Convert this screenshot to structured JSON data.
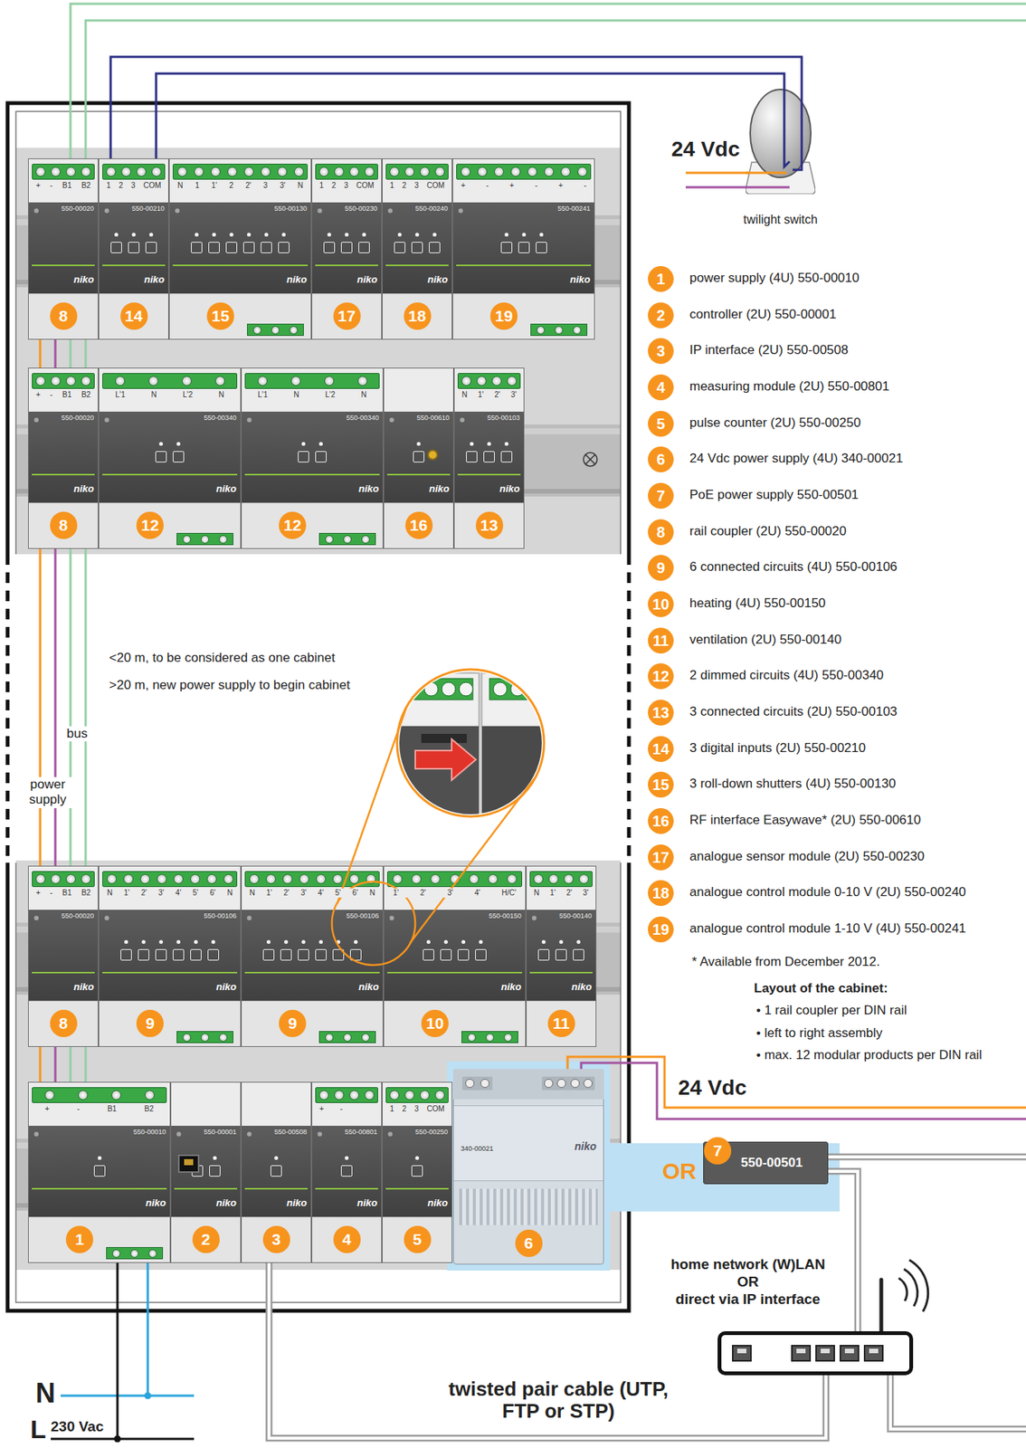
{
  "diagram": {
    "nodes": [
      {
        "text": [
          "twilight switch"
        ]
      },
      {
        "text": [
          "+ - B1 B2",
          "550-00020",
          "niko"
        ]
      },
      {
        "text": [
          "8"
        ],
        "in": 1
      },
      {
        "text": [
          "1 2 3 COM",
          "550-00210",
          "niko"
        ]
      },
      {
        "text": [
          "14"
        ],
        "in": 3
      },
      {
        "text": [
          "N 1 1' 2 2' 3 3' N",
          "550-00130",
          "niko"
        ]
      },
      {
        "text": [
          "15"
        ],
        "in": 5
      },
      {
        "text": [
          "1 2 3 COM",
          "550-00230",
          "niko"
        ]
      },
      {
        "text": [
          "17"
        ],
        "in": 7
      },
      {
        "text": [
          "1 2 3 COM",
          "550-00240",
          "niko"
        ]
      },
      {
        "text": [
          "18"
        ],
        "in": 9
      },
      {
        "text": [
          "+ - + - + -",
          "550-00241",
          "niko"
        ]
      },
      {
        "text": [
          "19"
        ],
        "in": 11
      },
      {
        "text": [
          "+ - B1 B2",
          "550-00020",
          "niko"
        ]
      },
      {
        "text": [
          "8"
        ],
        "in": 13
      },
      {
        "text": [
          "L'1 N L'2 N",
          "550-00340",
          "niko"
        ]
      },
      {
        "text": [
          "12"
        ],
        "in": 15
      },
      {
        "text": [
          "L'1 N L'2 N",
          "550-00340",
          "niko"
        ]
      },
      {
        "text": [
          "12"
        ],
        "in": 17
      },
      {
        "text": [
          "550-00610",
          "niko"
        ]
      },
      {
        "text": [
          "16"
        ],
        "in": 19
      },
      {
        "text": [
          "N 1' 2' 3'",
          "550-00103",
          "niko"
        ]
      },
      {
        "text": [
          "13"
        ],
        "in": 21
      },
      {
        "text": [
          "+ - B1 B2",
          "550-00020",
          "niko"
        ]
      },
      {
        "text": [
          "8"
        ],
        "in": 23
      },
      {
        "text": [
          "N 1' 2' 3' 4' 5' 6' N",
          "550-00106",
          "niko"
        ]
      },
      {
        "text": [
          "9"
        ],
        "in": 25
      },
      {
        "text": [
          "N 1' 2' 3' 4' 5' 6' N",
          "550-00106",
          "niko"
        ]
      },
      {
        "text": [
          "9"
        ],
        "in": 27
      },
      {
        "text": [
          "1' 2' 3' 4' H/C'",
          "550-00150",
          "niko"
        ]
      },
      {
        "text": [
          "10"
        ],
        "in": 29
      },
      {
        "text": [
          "N 1' 2' 3'",
          "550-00140",
          "niko"
        ]
      },
      {
        "text": [
          "11"
        ],
        "in": 31
      },
      {
        "text": [
          "+ - B1 B2",
          "550-00010",
          "niko"
        ]
      },
      {
        "text": [
          "1"
        ],
        "in": 33
      },
      {
        "text": [
          "550-00001",
          "niko"
        ]
      },
      {
        "text": [
          "2"
        ],
        "in": 35
      },
      {
        "text": [
          "550-00508",
          "niko"
        ]
      },
      {
        "text": [
          "3"
        ],
        "in": 37
      },
      {
        "text": [
          "+ -",
          "550-00801",
          "niko"
        ]
      },
      {
        "text": [
          "4"
        ],
        "in": 39
      },
      {
        "text": [
          "1 2 3 COM",
          "550-00250",
          "niko"
        ]
      },
      {
        "text": [
          "5"
        ],
        "in": 41
      },
      {
        "text": [
          "340-00021",
          "niko"
        ]
      },
      {
        "text": [
          "6"
        ],
        "in": 43
      },
      {
        "text": [
          "7"
        ]
      },
      {
        "text": [
          "550-00501"
        ]
      },
      {
        "text": [
          "home network (W)LAN",
          "OR",
          "direct via IP interface"
        ]
      },
      {
        "text": [
          "1"
        ]
      },
      {
        "text": [
          "2"
        ]
      },
      {
        "text": [
          "3"
        ]
      },
      {
        "text": [
          "4"
        ]
      },
      {
        "text": [
          "5"
        ]
      },
      {
        "text": [
          "6"
        ]
      },
      {
        "text": [
          "7"
        ]
      },
      {
        "text": [
          "8"
        ]
      },
      {
        "text": [
          "9"
        ]
      },
      {
        "text": [
          "10"
        ]
      },
      {
        "text": [
          "11"
        ]
      },
      {
        "text": [
          "12"
        ]
      },
      {
        "text": [
          "13"
        ]
      },
      {
        "text": [
          "14"
        ]
      },
      {
        "text": [
          "15"
        ]
      },
      {
        "text": [
          "16"
        ]
      },
      {
        "text": [
          "17"
        ]
      },
      {
        "text": [
          "18"
        ]
      },
      {
        "text": [
          "19"
        ]
      }
    ],
    "edges": [
      {
        "from": 3,
        "to": 0,
        "arrow": "none"
      },
      {
        "from": 3,
        "to": 0,
        "arrow": "none"
      },
      {
        "from": 1,
        "to": 13,
        "arrow": "none"
      },
      {
        "from": 1,
        "to": 13,
        "arrow": "none"
      },
      {
        "from": 1,
        "to": 13,
        "arrow": "none"
      },
      {
        "from": 1,
        "to": 13,
        "arrow": "none"
      },
      {
        "from": 13,
        "to": 23,
        "arrow": "none"
      },
      {
        "from": 13,
        "to": 23,
        "arrow": "none"
      },
      {
        "from": 13,
        "to": 23,
        "arrow": "none"
      },
      {
        "from": 13,
        "to": 23,
        "arrow": "none"
      },
      {
        "from": 23,
        "to": 33,
        "arrow": "none"
      },
      {
        "from": 23,
        "to": 33,
        "arrow": "none"
      },
      {
        "from": 23,
        "to": 33,
        "arrow": "none"
      },
      {
        "from": 23,
        "to": 33,
        "arrow": "none"
      },
      {
        "from": 46,
        "to": 47,
        "arrow": "none"
      },
      {
        "from": 37,
        "to": 47,
        "label": "twisted pair cable (UTP, FTP or STP)",
        "arrow": "none"
      }
    ],
    "labels": [
      "24 Vdc",
      "power supply (4U) 550-00010",
      "controller (2U) 550-00001",
      "IP interface (2U) 550-00508",
      "measuring module (2U) 550-00801",
      "pulse counter (2U) 550-00250",
      "24 Vdc power supply (4U) 340-00021",
      "PoE power supply 550-00501",
      "rail coupler (2U) 550-00020",
      "6 connected circuits (4U) 550-00106",
      "heating (4U) 550-00150",
      "ventilation (2U) 550-00140",
      "2 dimmed circuits (4U) 550-00340",
      "3 connected circuits (2U) 550-00103",
      "3 digital inputs (2U) 550-00210",
      "3 roll-down shutters (4U) 550-00130",
      "RF interface Easywave* (2U) 550-00610",
      "analogue sensor module (2U) 550-00230",
      "analogue control module 0-10 V (2U) 550-00240",
      "analogue control module 1-10 V (4U) 550-00241",
      "* Available from December 2012.",
      "Layout of the cabinet:",
      "• 1 rail coupler per DIN rail",
      "• left to right assembly",
      "• max. 12 modular products per DIN rail",
      "<20 m, to be considered as one cabinet",
      ">20 m, new power supply to begin cabinet",
      "bus",
      "power supply",
      "24 Vdc",
      "OR",
      "N",
      "230 Vac",
      "L"
    ]
  }
}
